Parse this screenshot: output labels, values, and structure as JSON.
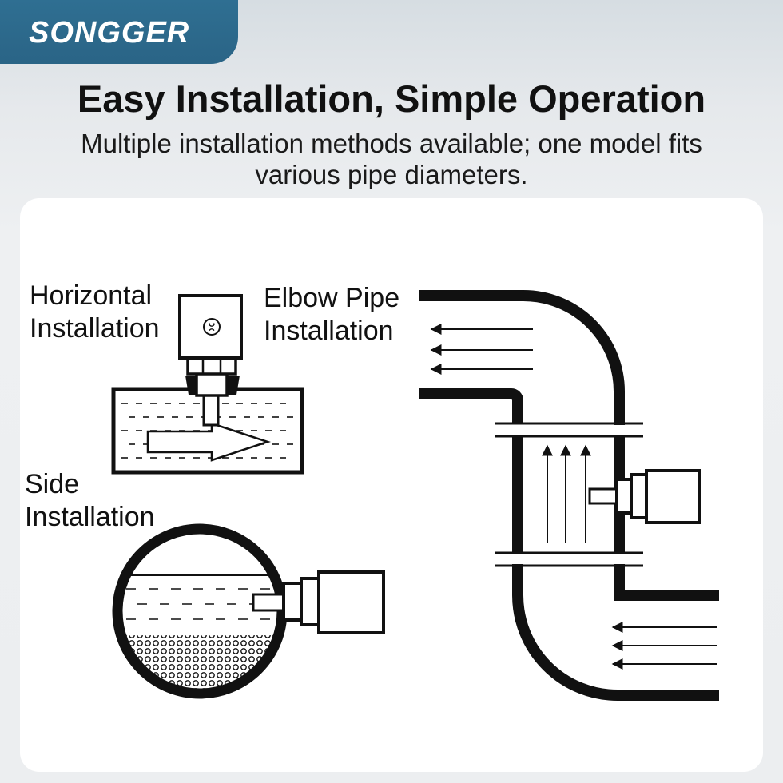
{
  "brand": {
    "name": "SONGGER",
    "accent_color": "#2f6f92"
  },
  "header": {
    "title": "Easy Installation, Simple Operation",
    "subtitle_line1": "Multiple installation methods available; one model fits",
    "subtitle_line2": "various pipe diameters."
  },
  "diagram": {
    "horizontal": {
      "line1": "Horizontal",
      "line2": "Installation"
    },
    "elbow": {
      "line1": "Elbow Pipe",
      "line2": "Installation"
    },
    "side": {
      "line1": "Side",
      "line2": "Installation"
    },
    "stroke_color": "#111111"
  }
}
